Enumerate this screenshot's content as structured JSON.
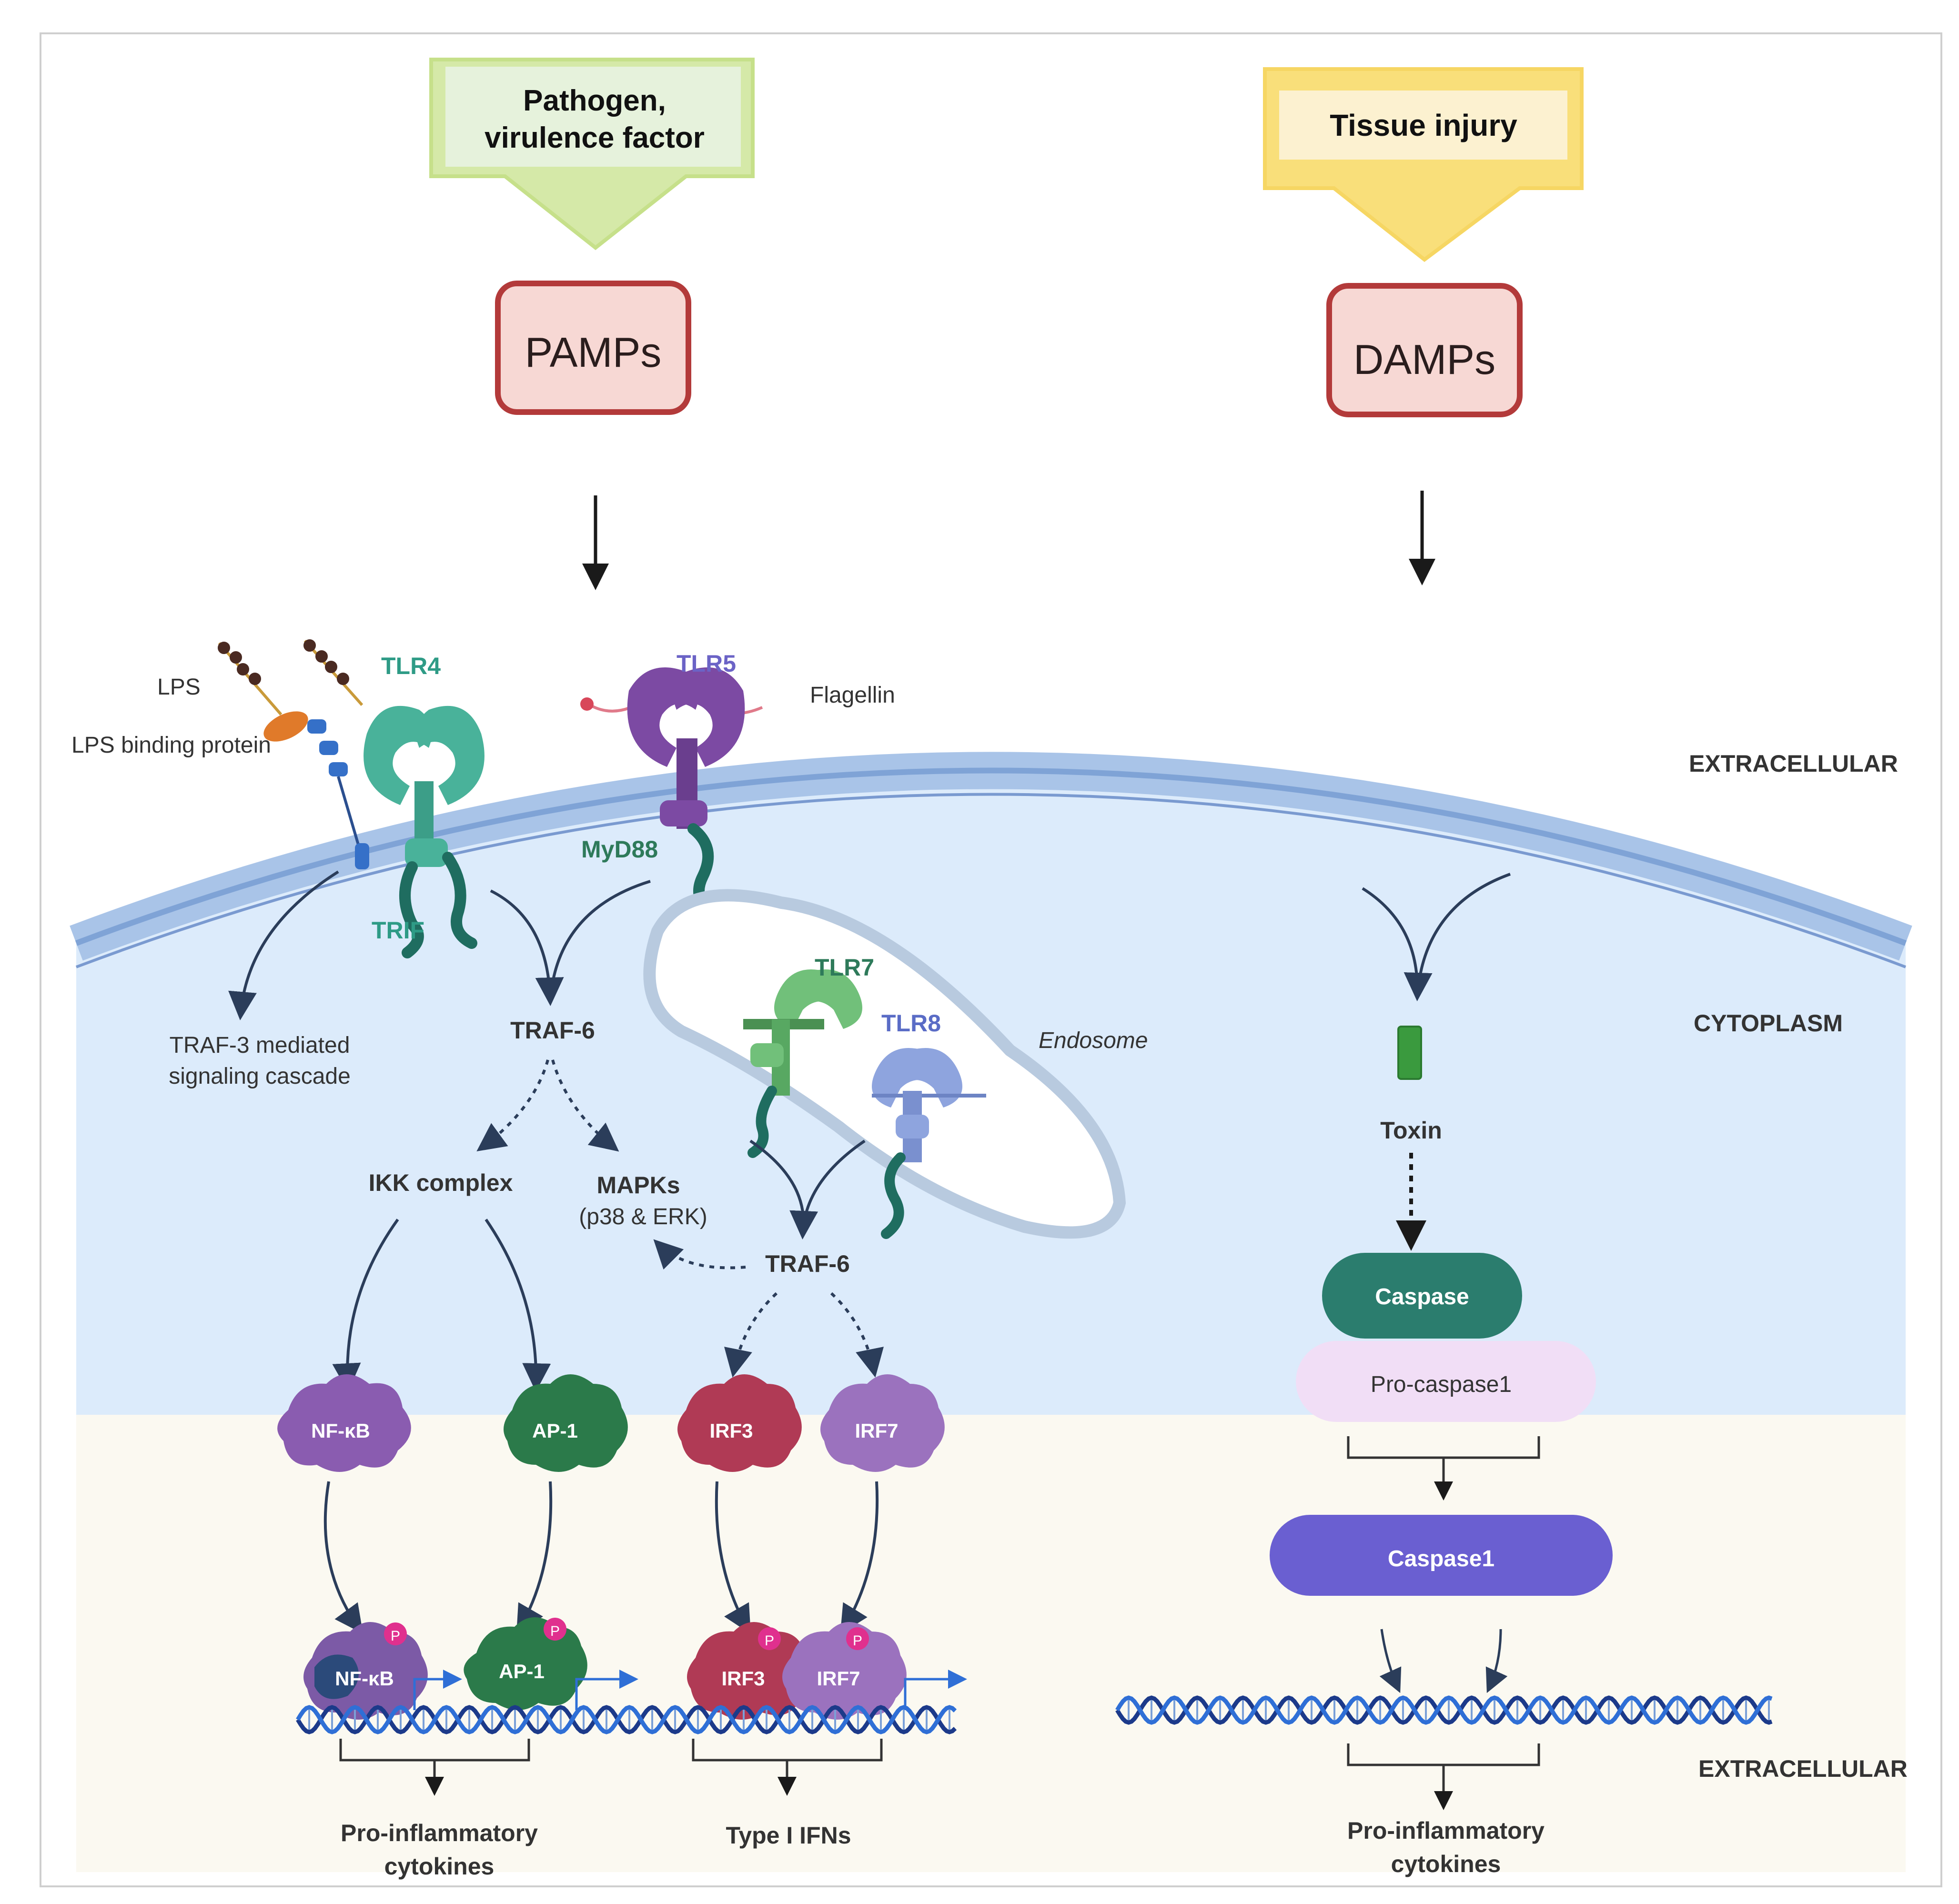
{
  "triggers": {
    "pathogen": "Pathogen,\nvirulence factor",
    "tissue": "Tissue injury"
  },
  "patterns": {
    "pamps": "PAMPs",
    "damps": "DAMPs"
  },
  "receptors": {
    "lps": "LPS",
    "lps_binding": "LPS binding protein",
    "tlr4": "TLR4",
    "tlr5": "TLR5",
    "flagellin": "Flagellin",
    "myd88": "MyD88",
    "trif": "TRIF",
    "tlr7": "TLR7",
    "tlr8": "TLR8",
    "endosome": "Endosome"
  },
  "regions": {
    "extracellular_top": "EXTRACELLULAR",
    "cytoplasm": "CYTOPLASM",
    "extracellular_bottom": "EXTRACELLULAR"
  },
  "signaling": {
    "traf3": "TRAF-3 mediated\nsignaling cascade",
    "traf6_a": "TRAF-6",
    "traf6_b": "TRAF-6",
    "ikk": "IKK complex",
    "mapks": "MAPKs",
    "mapks_sub": "(p38 & ERK)"
  },
  "tfs": {
    "nfkb": "NF-κB",
    "ap1": "AP-1",
    "irf3": "IRF3",
    "irf7": "IRF7",
    "p": "P"
  },
  "outputs": {
    "proinflam_left": "Pro-inflammatory\ncytokines",
    "type1": "Type I IFNs",
    "proinflam_right": "Pro-inflammatory\ncytokines"
  },
  "damps_path": {
    "toxin": "Toxin",
    "caspase": "Caspase",
    "procaspase": "Pro-caspase1",
    "caspase1": "Caspase1"
  },
  "colors": {
    "cytoplasm": "#dcebfb",
    "nucleus": "#fbf9f1",
    "membrane": "#a9c4e8",
    "teal": "#2f9c8a",
    "purple": "#7c4aa3",
    "caspase": "#2b7d6e",
    "caspase1": "#6a5fd1",
    "procaspase": "#f1def6"
  }
}
